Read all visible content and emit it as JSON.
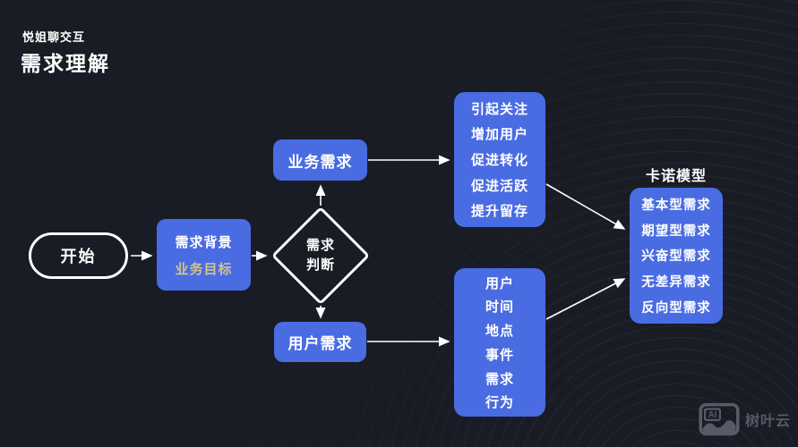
{
  "page": {
    "eyebrow": "悦姐聊交互",
    "title": "需求理解"
  },
  "flowchart": {
    "start": {
      "label": "开始"
    },
    "background_box": {
      "line1": "需求背景",
      "line2": "业务目标"
    },
    "decision": {
      "line1": "需求",
      "line2": "判断"
    },
    "business_node": {
      "label": "业务需求"
    },
    "user_node": {
      "label": "用户需求"
    },
    "business_goals": {
      "items": [
        "引起关注",
        "增加用户",
        "促进转化",
        "促进活跃",
        "提升留存"
      ]
    },
    "user_factors": {
      "items": [
        "用户",
        "时间",
        "地点",
        "事件",
        "需求",
        "行为"
      ]
    },
    "kano": {
      "title": "卡诺模型",
      "items": [
        "基本型需求",
        "期望型需求",
        "兴奋型需求",
        "无差异需求",
        "反向型需求"
      ]
    }
  },
  "watermark": {
    "icon_label": "AI",
    "brand": "树叶云"
  },
  "colors": {
    "background": "#1a1c25",
    "node_blue": "#4a6ce2",
    "stroke_white": "#ffffff",
    "accent_text": "#d3c48e",
    "watermark_gray": "#565b66"
  }
}
